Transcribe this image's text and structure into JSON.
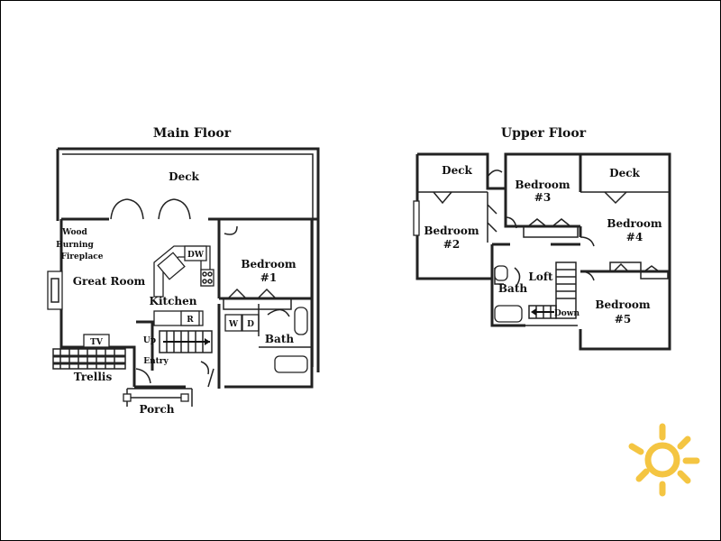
{
  "titles": {
    "main": "Main Floor",
    "upper": "Upper Floor"
  },
  "main_floor": {
    "deck": "Deck",
    "fireplace": [
      "Wood",
      "Burning",
      "Fireplace"
    ],
    "great_room": "Great Room",
    "dw": "DW",
    "kitchen": "Kitchen",
    "refrigerator": "R",
    "bedroom": "Bedroom",
    "bedroom_num": "#1",
    "washer": "W",
    "dryer": "D",
    "bath": "Bath",
    "tv": "TV",
    "up": "Up",
    "entry": "Entry",
    "trellis": "Trellis",
    "porch": "Porch"
  },
  "upper_floor": {
    "deck_left": "Deck",
    "deck_right": "Deck",
    "bedroom": "Bedroom",
    "bedroom2_num": "#2",
    "bedroom3_num": "#3",
    "bedroom4_num": "#4",
    "bedroom5_num": "#5",
    "bath": "Bath",
    "loft": "Loft",
    "down": "Down"
  },
  "colors": {
    "wall": "#222222",
    "sun": "#f4c542"
  },
  "decor": {
    "sun_icon": "sun-icon"
  }
}
